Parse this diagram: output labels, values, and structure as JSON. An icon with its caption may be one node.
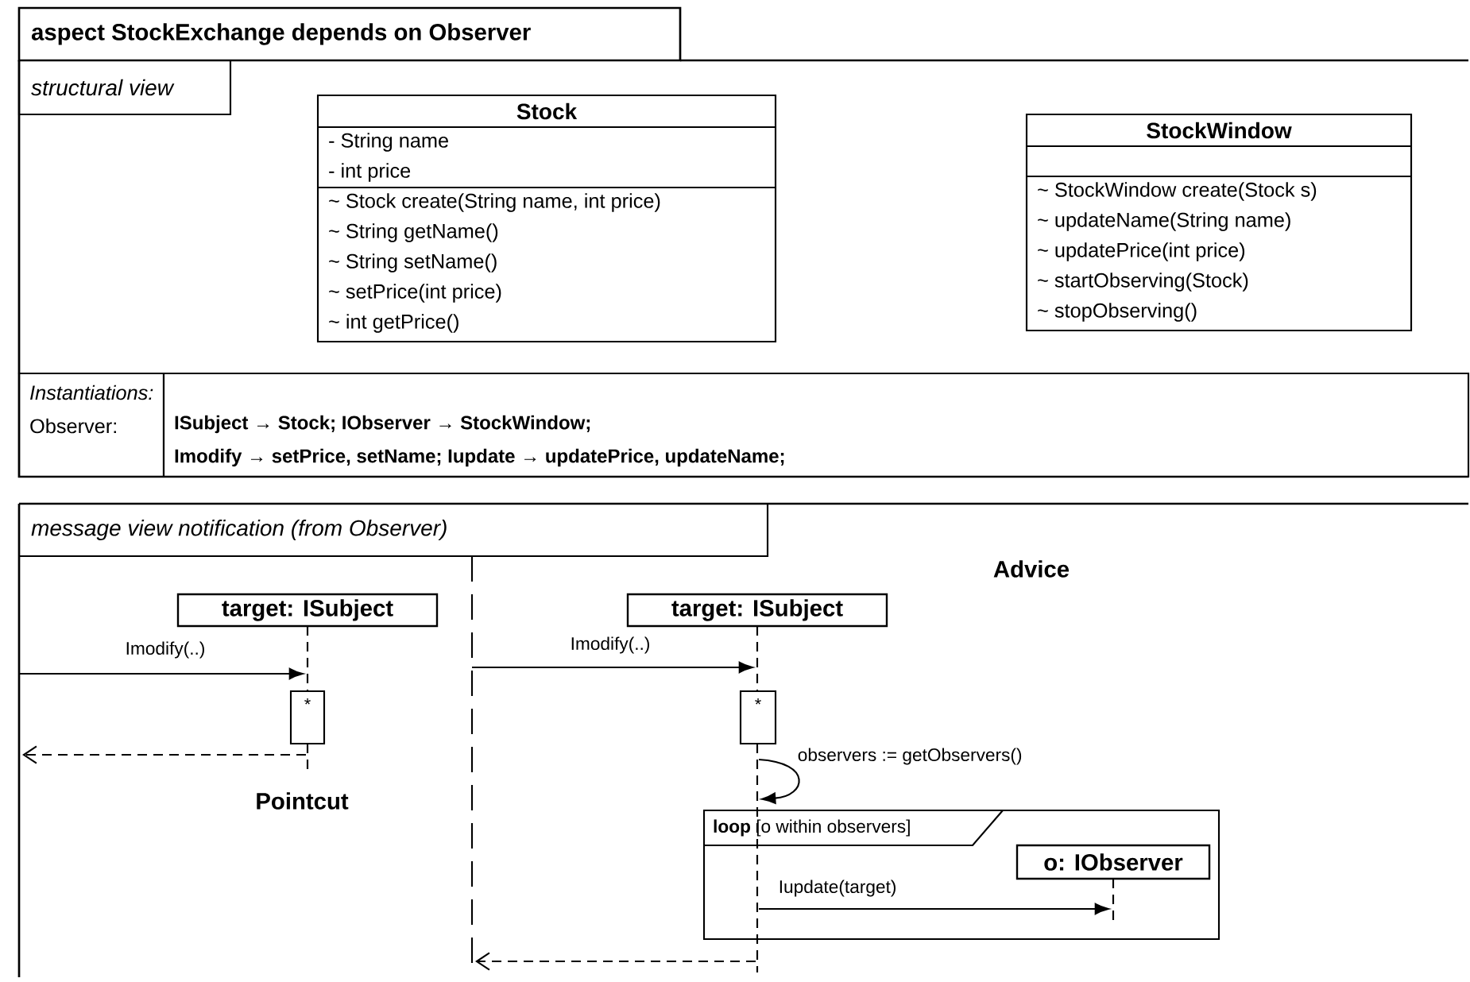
{
  "diagram": {
    "nodes": [
      {
        "text": [
          "aspect StockExchange depends on Observer"
        ]
      },
      {
        "text": [
          "structural view"
        ],
        "in": 0
      },
      {
        "text": [
          "Stock",
          "- String name",
          "- int price",
          "~ Stock create(String name, int price)",
          "~ String getName()",
          "~ String setName()",
          "~ setPrice(int price)",
          "~ int getPrice()"
        ],
        "in": 1
      },
      {
        "text": [
          "StockWindow",
          "~ StockWindow create(Stock s)",
          "~ updateName(String name)",
          "~ updatePrice(int price)",
          "~ startObserving(Stock)",
          "~ stopObserving()"
        ],
        "in": 1
      },
      {
        "text": [
          "Instantiations:",
          "Observer:"
        ],
        "in": 0
      },
      {
        "text": [
          "ISubject → Stock; IObserver → StockWindow;",
          "Imodify → setPrice, setName; Iupdate → updatePrice, updateName;"
        ],
        "in": 0
      },
      {
        "text": [
          "message view notification (from Observer)"
        ]
      },
      {
        "text": [
          "target: ISubject"
        ],
        "in": 6
      },
      {
        "text": [],
        "shape": "line",
        "in": 6
      },
      {
        "text": [
          "*"
        ],
        "in": 6
      },
      {
        "text": [],
        "shape": "line",
        "in": 6
      },
      {
        "text": [
          "target: ISubject"
        ],
        "in": 6
      },
      {
        "text": [],
        "shape": "line",
        "in": 6
      },
      {
        "text": [
          "*"
        ],
        "in": 6
      },
      {
        "text": [],
        "shape": "line",
        "in": 6
      },
      {
        "text": [
          "**loop** [o within observers]"
        ],
        "in": 6
      },
      {
        "text": [
          "o: IObserver"
        ],
        "in": 15
      },
      {
        "text": [],
        "shape": "line",
        "in": 15
      }
    ],
    "edges": [
      {
        "from": null,
        "to": 8,
        "arrow": "to",
        "label": "Imodify(..)"
      },
      {
        "from": 10,
        "to": null,
        "arrow": "to",
        "style": "dashed"
      },
      {
        "from": null,
        "to": 12,
        "arrow": "to",
        "label": "Imodify(..)"
      },
      {
        "from": 14,
        "to": 14,
        "arrow": "to",
        "label": "observers := getObservers()"
      },
      {
        "from": 14,
        "to": 17,
        "arrow": "to",
        "label": "Iupdate(target)"
      },
      {
        "from": 14,
        "to": null,
        "arrow": "to",
        "style": "dashed"
      }
    ],
    "labels": [
      "Pointcut",
      "Advice"
    ]
  }
}
